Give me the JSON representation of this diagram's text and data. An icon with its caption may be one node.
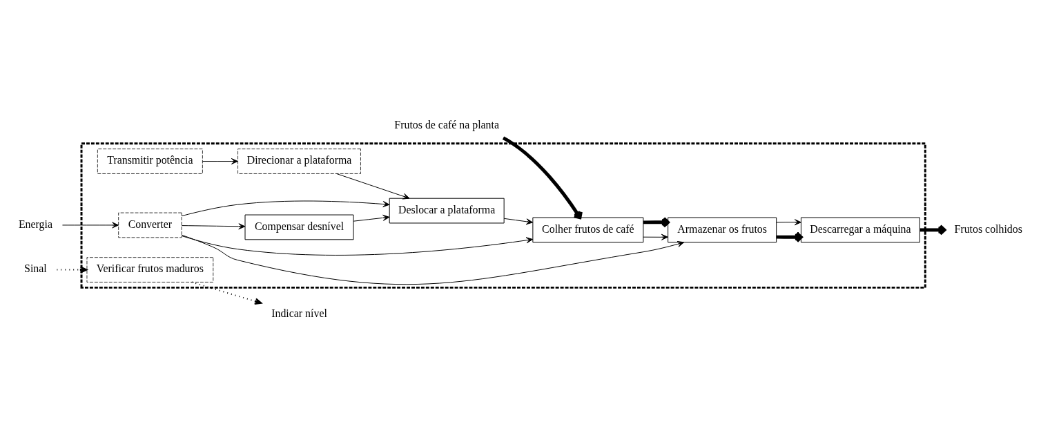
{
  "diagram": {
    "nodes": [
      {
        "text": [],
        "shape": "box"
      },
      {
        "text": [
          "Energia"
        ]
      },
      {
        "text": [
          "Converter"
        ],
        "in": 0
      },
      {
        "text": [
          "Compensar desnível"
        ],
        "in": 0
      },
      {
        "text": [
          "Deslocar a plataforma"
        ],
        "in": 0
      },
      {
        "text": [
          "Colher frutos de café"
        ],
        "in": 0
      },
      {
        "text": [
          "Armazenar os frutos"
        ],
        "in": 0
      },
      {
        "text": [
          "Transmitir potência"
        ],
        "in": 0
      },
      {
        "text": [
          "Direcionar a plataforma"
        ],
        "in": 0
      },
      {
        "text": [
          "Descarregar a máquina"
        ],
        "in": 0
      },
      {
        "text": [
          "Frutos colhidos"
        ]
      },
      {
        "text": [
          "Frutos de café na planta"
        ]
      },
      {
        "text": [
          "Verificar frutos maduros"
        ],
        "in": 0
      },
      {
        "text": [
          "Sinal"
        ]
      },
      {
        "text": [
          "Indicar nível"
        ]
      }
    ],
    "edges": [
      {
        "from": 1,
        "to": 2,
        "arrow": "to"
      },
      {
        "from": 2,
        "to": 3,
        "arrow": "to"
      },
      {
        "from": 2,
        "to": 4,
        "arrow": "to"
      },
      {
        "from": 2,
        "to": 5,
        "arrow": "to"
      },
      {
        "from": 2,
        "to": 6,
        "arrow": "to"
      },
      {
        "from": 3,
        "to": 4,
        "arrow": "to"
      },
      {
        "from": 4,
        "to": 5,
        "arrow": "to"
      },
      {
        "from": 5,
        "to": 6,
        "arrow": "to"
      },
      {
        "from": 5,
        "to": 6,
        "arrow": "to",
        "style": "thick"
      },
      {
        "from": 7,
        "to": 8,
        "arrow": "to"
      },
      {
        "from": 8,
        "to": 4,
        "arrow": "to"
      },
      {
        "from": 6,
        "to": 9,
        "arrow": "to",
        "style": "thick"
      },
      {
        "from": 6,
        "to": 9,
        "arrow": "to"
      },
      {
        "from": 9,
        "to": 10,
        "arrow": "to",
        "style": "thick"
      },
      {
        "from": 11,
        "to": 5,
        "arrow": "to",
        "style": "thick"
      },
      {
        "from": 13,
        "to": 12,
        "arrow": "to",
        "style": "dashed"
      },
      {
        "from": 12,
        "to": 14,
        "arrow": "to",
        "style": "dashed"
      }
    ]
  }
}
